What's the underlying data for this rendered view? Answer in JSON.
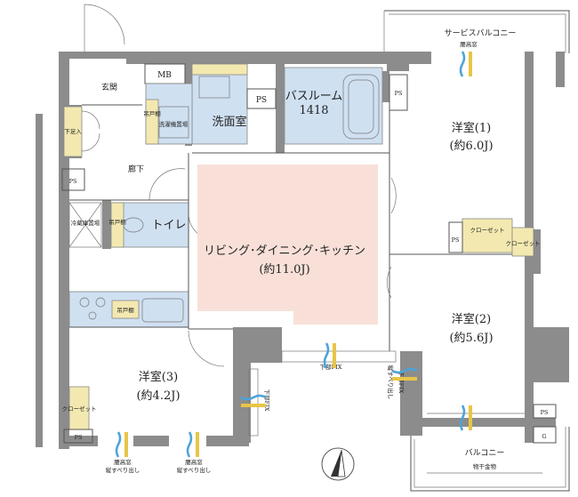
{
  "rooms": {
    "service_balcony": "サービスバルコニー",
    "entrance": "玄関",
    "mb": "MB",
    "bathroom": "バスルーム",
    "bathroom_size": "1418",
    "washroom": "洗面室",
    "western1": "洋室(1)",
    "western1_area": "(約6.0J)",
    "shoe_storage": "下足入",
    "hallway": "廊下",
    "toilet": "トイレ",
    "ldk": "リビング･ダイニング･キッチン",
    "ldk_area": "(約11.0J)",
    "western2": "洋室(2)",
    "western2_area": "(約5.6J)",
    "western3": "洋室(3)",
    "western3_area": "(約4.2J)",
    "balcony": "バルコニー"
  },
  "labels": {
    "ps": "PS",
    "closet": "クローゼット",
    "hanging_shelf": "吊戸棚",
    "laundry_space": "洗濯機置場",
    "fridge_space": "冷蔵庫置場",
    "waist_window": "腰高窓",
    "waist_window_sliding": "縦すべり出し",
    "lower_fix": "下部FIX",
    "sliding_vertical": "縦すべり出し",
    "laundry_hardware": "物干金物",
    "g": "G"
  },
  "colors": {
    "wall": "#8c8c8c",
    "wet_area": "#cfe0f1",
    "storage": "#f3e9b0",
    "ldk": "#f8e0d8",
    "window_blue": "#4da3d9",
    "window_yellow": "#e8c547"
  },
  "icons": [
    "compass-icon",
    "window-airflow-icon",
    "stove-icon",
    "sink-icon",
    "bathtub-icon",
    "toilet-icon"
  ]
}
